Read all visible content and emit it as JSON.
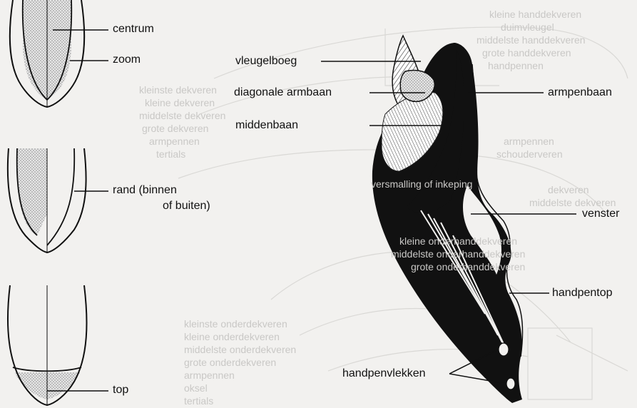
{
  "labels": {
    "centrum": "centrum",
    "zoom": "zoom",
    "rand": "rand (binnen",
    "rand_line2": "of buiten)",
    "top": "top",
    "vleugelboeg": "vleugelboeg",
    "diagonale_armbaan": "diagonale armbaan",
    "middenbaan": "middenbaan",
    "armpenbaan": "armpenbaan",
    "venster": "venster",
    "handpentop": "handpentop",
    "handpenvlekken": "handpenvlekken"
  },
  "background_text": {
    "upper": [
      "kleine handdekveren",
      "duimvleugel",
      "middelste handdekveren",
      "grote handdekveren",
      "handpennen"
    ],
    "upper_left": [
      "kleinste dekveren",
      "kleine dekveren",
      "middelste dekveren",
      "grote dekveren",
      "armpennen",
      "tertials"
    ],
    "middle": [
      "armpennen",
      "schouderveren",
      "versmalling of inkeping",
      "dekveren",
      "middelste dekveren"
    ],
    "lower_middle": [
      "kleine onderhanddekveren",
      "middelste onderhanddekveren",
      "grote onderhanddekveren"
    ],
    "lower_left": [
      "kleinste onderdekveren",
      "kleine onderdekveren",
      "middelste onderdekveren",
      "grote onderdekveren",
      "armpennen",
      "oksel",
      "tertials"
    ]
  },
  "colors": {
    "ink": "#111111",
    "ghost": "#c9c8c6",
    "paper": "#f2f1ef",
    "stipple": "#bdbdbd"
  }
}
